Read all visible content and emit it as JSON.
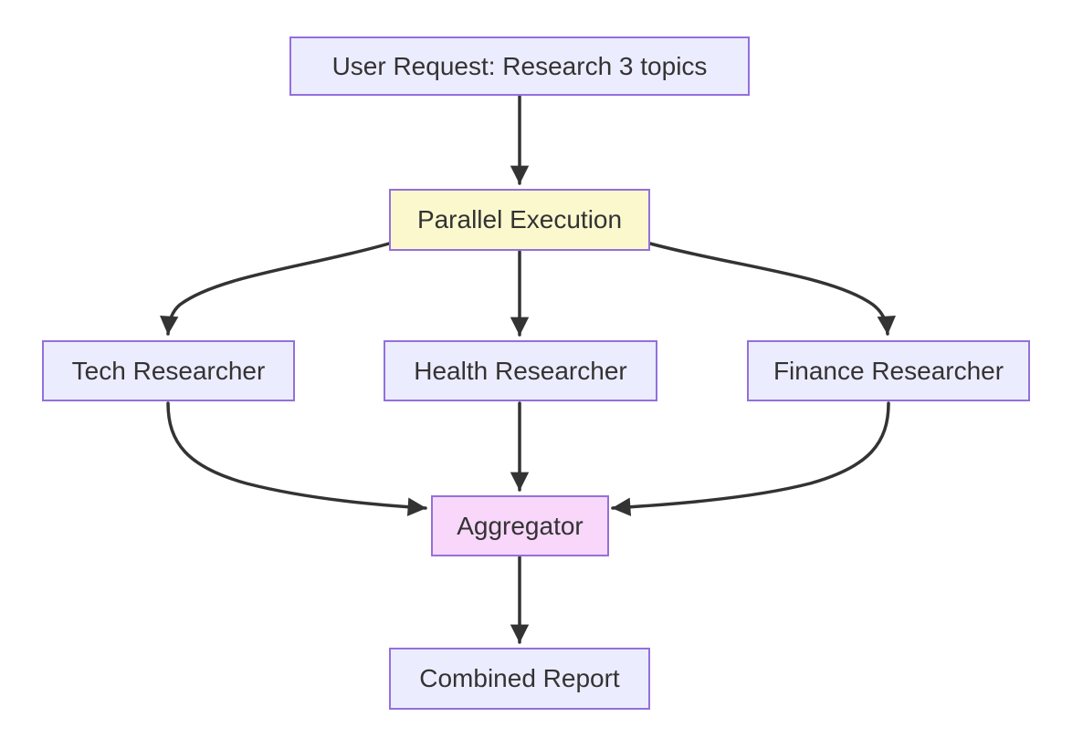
{
  "diagram": {
    "type": "flowchart",
    "direction": "top-down",
    "nodes": {
      "user_request": {
        "label": "User Request: Research 3 topics",
        "fill": "#ECECFF",
        "stroke": "#9370DB"
      },
      "parallel": {
        "label": "Parallel Execution",
        "fill": "#FBF8CE",
        "stroke": "#9370DB"
      },
      "tech": {
        "label": "Tech Researcher",
        "fill": "#ECECFF",
        "stroke": "#9370DB"
      },
      "health": {
        "label": "Health Researcher",
        "fill": "#ECECFF",
        "stroke": "#9370DB"
      },
      "finance": {
        "label": "Finance Researcher",
        "fill": "#ECECFF",
        "stroke": "#9370DB"
      },
      "aggregator": {
        "label": "Aggregator",
        "fill": "#F8D7FA",
        "stroke": "#9370DB"
      },
      "combined": {
        "label": "Combined Report",
        "fill": "#ECECFF",
        "stroke": "#9370DB"
      }
    },
    "edges": [
      {
        "from": "user_request",
        "to": "parallel"
      },
      {
        "from": "parallel",
        "to": "tech"
      },
      {
        "from": "parallel",
        "to": "health"
      },
      {
        "from": "parallel",
        "to": "finance"
      },
      {
        "from": "tech",
        "to": "aggregator"
      },
      {
        "from": "health",
        "to": "aggregator"
      },
      {
        "from": "finance",
        "to": "aggregator"
      },
      {
        "from": "aggregator",
        "to": "combined"
      }
    ],
    "colors": {
      "background": "#FFFFFF",
      "edge": "#333333",
      "text": "#333333",
      "node_fill_default": "#ECECFF",
      "node_stroke": "#9370DB",
      "parallel_fill": "#FBF8CE",
      "aggregator_fill": "#F8D7FA"
    }
  }
}
